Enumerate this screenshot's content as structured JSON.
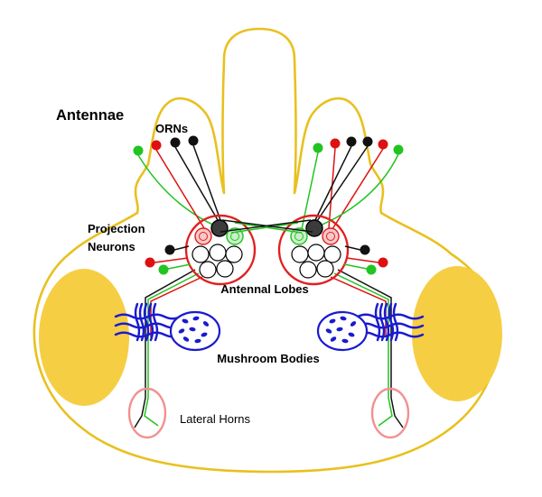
{
  "labels": {
    "antennae": "Antennae",
    "orns": "ORNs",
    "projection_line1": "Projection",
    "projection_line2": "Neurons",
    "antennal_lobes": "Antennal Lobes",
    "mushroom_bodies": "Mushroom Bodies",
    "lateral_horns": "Lateral Horns"
  },
  "colors": {
    "head-outline": "#E9C01F",
    "eye-fill": "#F6CE43",
    "lobe-red": "#E02020",
    "line-green": "#21C421",
    "line-red": "#DD1111",
    "line-black": "#111111",
    "mb-blue": "#1A1AD0",
    "lh-pink": "#F29090",
    "glom-pink-fill": "#F7C9C9",
    "glom-green-fill": "#CBEFCB",
    "glom-black-fill": "#3B3B3B"
  }
}
